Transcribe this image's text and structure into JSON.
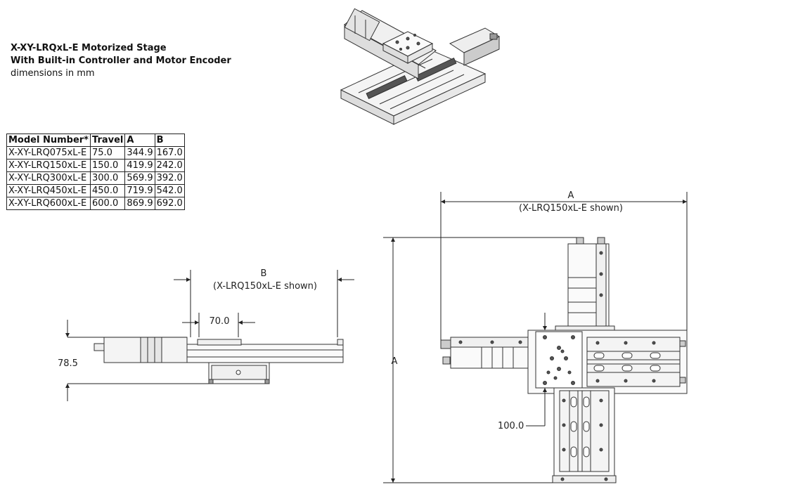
{
  "title": {
    "line1": "X-XY-LRQxL-E  Motorized Stage",
    "line2": "With Built-in Controller and Motor Encoder",
    "line3": "dimensions in mm"
  },
  "table": {
    "headers": [
      "Model Number*",
      "Travel",
      "A",
      "B"
    ],
    "rows": [
      [
        "X-XY-LRQ075xL-E",
        "75.0",
        "344.9",
        "167.0"
      ],
      [
        "X-XY-LRQ150xL-E",
        "150.0",
        "419.9",
        "242.0"
      ],
      [
        "X-XY-LRQ300xL-E",
        "300.0",
        "569.9",
        "392.0"
      ],
      [
        "X-XY-LRQ450xL-E",
        "450.0",
        "719.9",
        "542.0"
      ],
      [
        "X-XY-LRQ600xL-E",
        "600.0",
        "869.9",
        "692.0"
      ]
    ]
  },
  "side_view": {
    "dim_b_label": "B",
    "dim_b_note": "(X-LRQ150xL-E shown)",
    "dim_70": "70.0",
    "dim_height": "78.5"
  },
  "top_view": {
    "dim_a_label": "A",
    "dim_a_note": "(X-LRQ150xL-E shown)",
    "dim_a_vertical": "A",
    "dim_100": "100.0"
  }
}
